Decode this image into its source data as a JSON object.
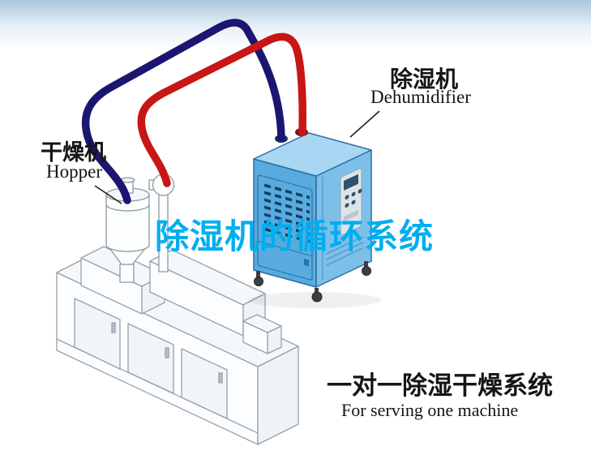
{
  "title": {
    "text": "除湿机的循环系统"
  },
  "labels": {
    "hopper_cn": "干燥机",
    "hopper_en": "Hopper",
    "dehumidifier_cn": "除湿机",
    "dehumidifier_en": "Dehumidifier"
  },
  "caption": {
    "cn": "一对一除湿干燥系统",
    "en": "For serving one machine"
  },
  "colors": {
    "title_cyan": "#00aeef",
    "pipe_red": "#c81616",
    "pipe_navy": "#1b1670",
    "dehumidifier_front": "#58abdf",
    "dehumidifier_side": "#7cc0ea",
    "dehumidifier_top": "#a9d6f2",
    "sky_top": "#a9c6db"
  }
}
